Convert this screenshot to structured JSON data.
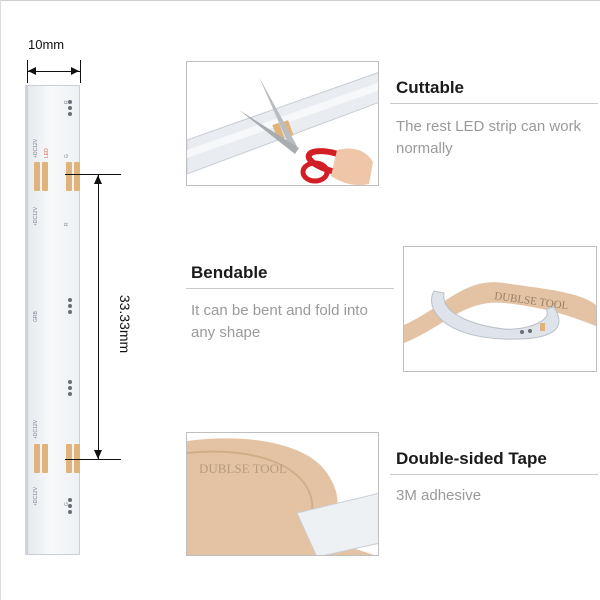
{
  "dimension": {
    "width_label": "10mm",
    "pitch_label": "33.33mm"
  },
  "strip_text": {
    "voltage": "+DC12V",
    "pin_b": "B",
    "pin_r": "R",
    "pin_g": "G",
    "rgb": "GRB",
    "brand": "LED"
  },
  "features": [
    {
      "title": "Cuttable",
      "description": "The rest LED strip can work normally"
    },
    {
      "title": "Bendable",
      "description": "It can be bent and fold into any shape"
    },
    {
      "title": "Double-sided Tape",
      "description": "3M adhesive"
    }
  ],
  "tape_print": "DUBLSE TOOL",
  "colors": {
    "pad": "#e0b37a",
    "scissor_red": "#d21f26",
    "tape_tan": "#e3c3a4"
  },
  "icons": [
    "scissors-icon",
    "led-strip-icon",
    "tape-roll-icon"
  ]
}
